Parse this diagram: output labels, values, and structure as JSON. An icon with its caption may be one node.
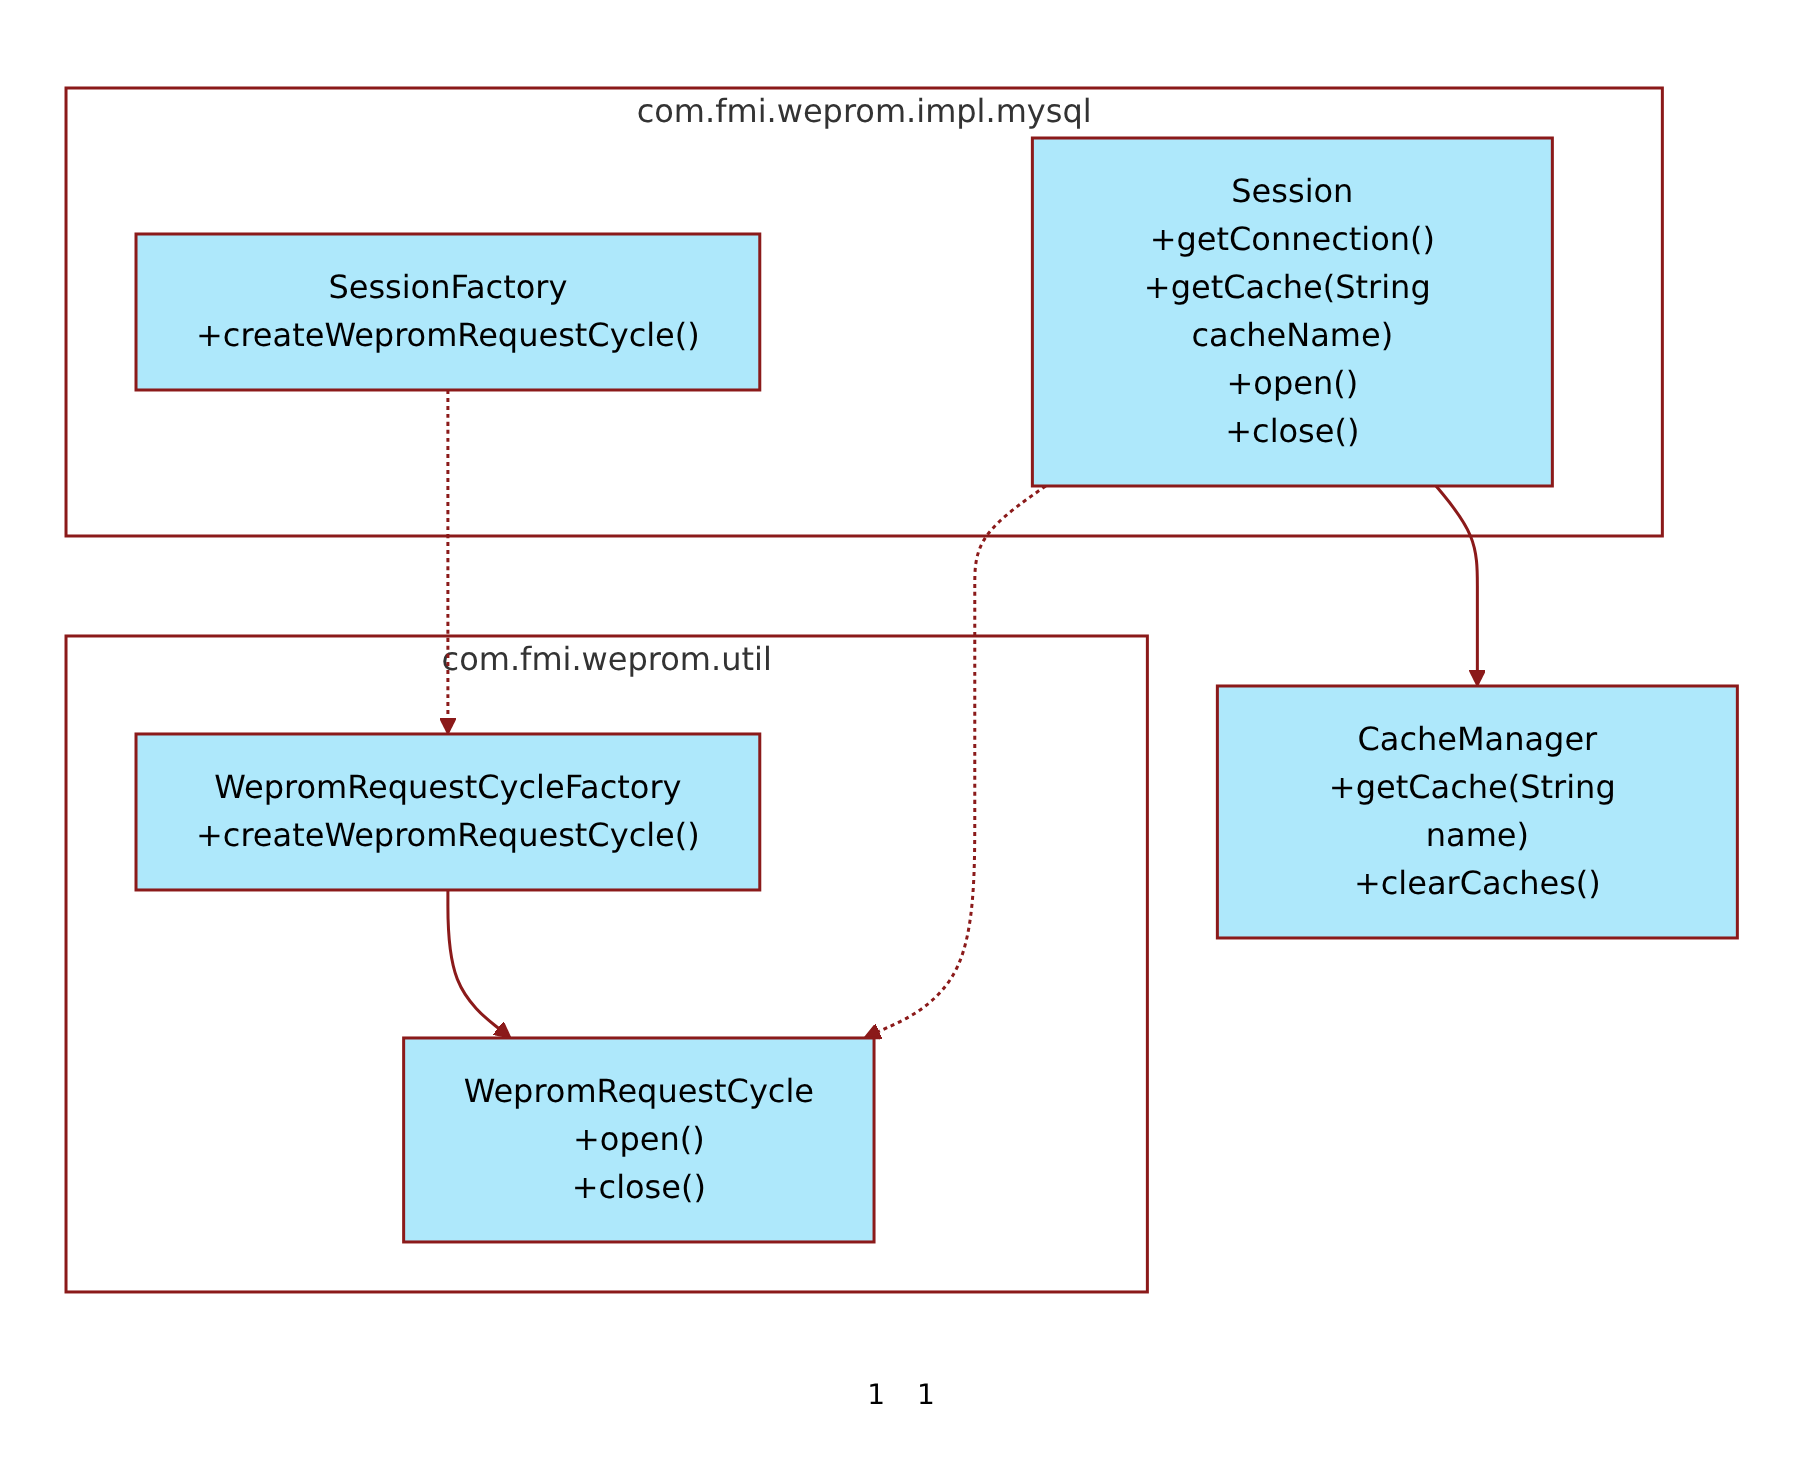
{
  "diagram": {
    "nodes": [
      {
        "text": [
          "com.fmi.weprom.impl.mysql"
        ]
      },
      {
        "text": [
          "SessionFactory",
          "+createWepromRequestCycle()"
        ],
        "in": 0
      },
      {
        "text": [
          "Session",
          "+getConnection()",
          "+getCache(String cacheName)",
          "+open()",
          "+close()"
        ],
        "in": 0
      },
      {
        "text": [
          "com.fmi.weprom.util"
        ]
      },
      {
        "text": [
          "WepromRequestCycleFactory",
          "+createWepromRequestCycle()"
        ],
        "in": 3
      },
      {
        "text": [
          "WepromRequestCycle",
          "+open()",
          "+close()"
        ],
        "in": 3
      },
      {
        "text": [
          "CacheManager",
          "+getCache(String name)",
          "+clearCaches()"
        ]
      }
    ],
    "edges": [
      {
        "from": 1,
        "to": 4,
        "arrow": "to",
        "style": "dashed"
      },
      {
        "from": 4,
        "to": 5,
        "arrow": "to"
      },
      {
        "from": 2,
        "to": 5,
        "arrow": "to",
        "style": "dashed"
      },
      {
        "from": 2,
        "to": 6,
        "arrow": "to"
      }
    ],
    "labels": [
      "1",
      "1"
    ]
  }
}
